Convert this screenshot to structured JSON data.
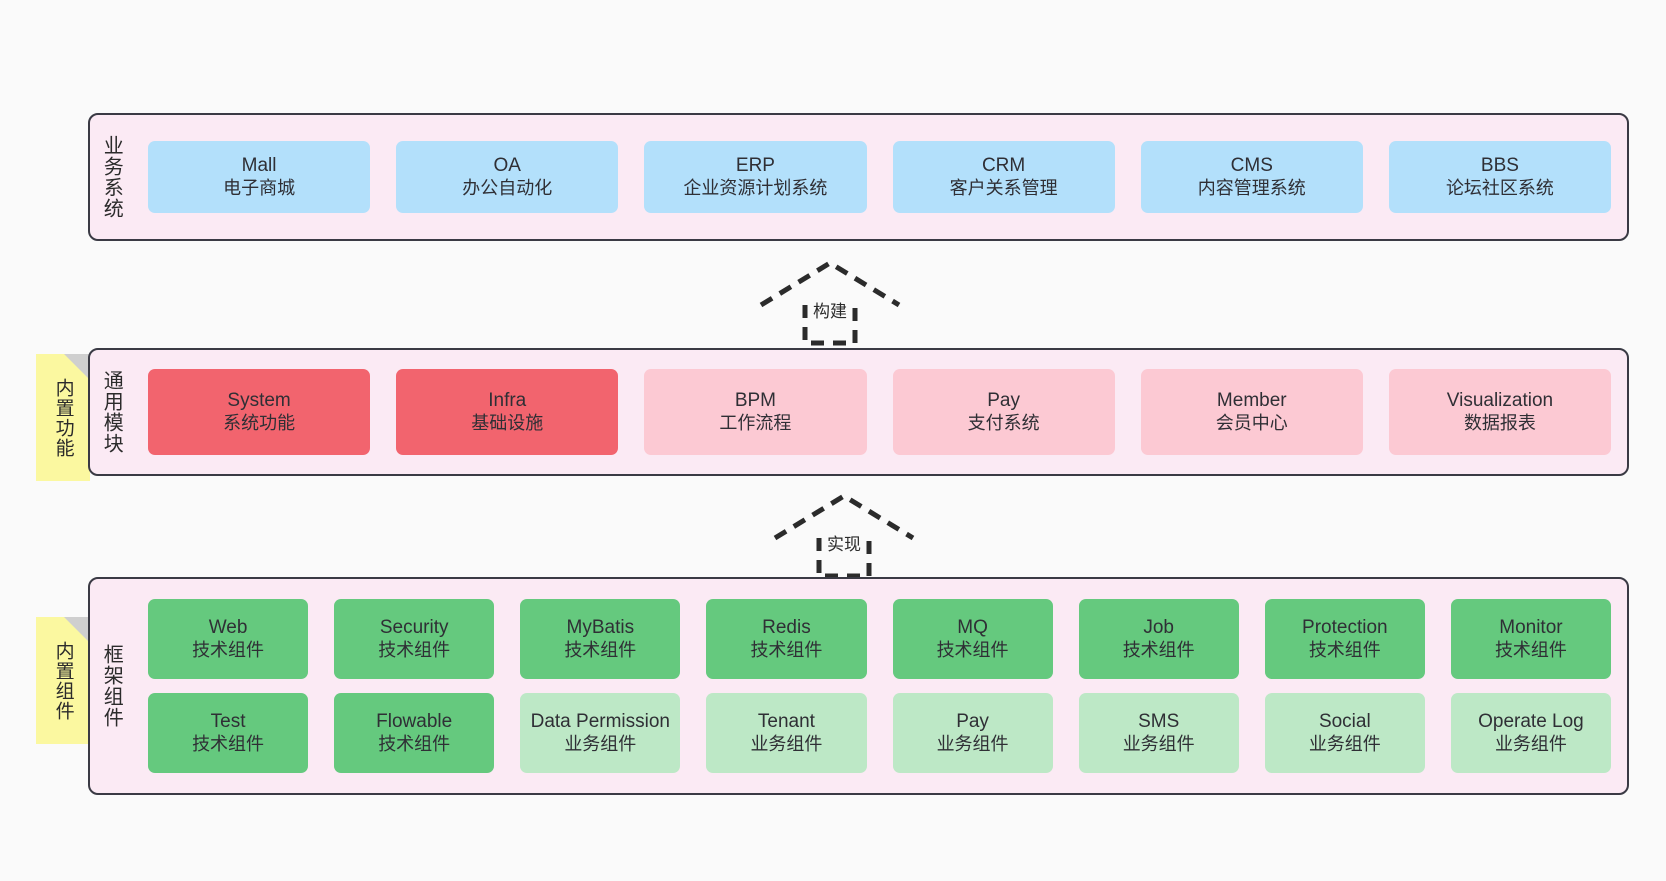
{
  "diagram": {
    "layers": [
      {
        "id": "business",
        "title": "业务系统",
        "rows": [
          {
            "cells": [
              {
                "name": "Mall",
                "desc": "电子商城",
                "color": "#b3e0fb"
              },
              {
                "name": "OA",
                "desc": "办公自动化",
                "color": "#b3e0fb"
              },
              {
                "name": "ERP",
                "desc": "企业资源计划系统",
                "color": "#b3e0fb"
              },
              {
                "name": "CRM",
                "desc": "客户关系管理",
                "color": "#b3e0fb"
              },
              {
                "name": "CMS",
                "desc": "内容管理系统",
                "color": "#b3e0fb"
              },
              {
                "name": "BBS",
                "desc": "论坛社区系统",
                "color": "#b3e0fb"
              }
            ]
          }
        ]
      },
      {
        "id": "modules",
        "title": "通用模块",
        "rows": [
          {
            "cells": [
              {
                "name": "System",
                "desc": "系统功能",
                "color": "#f2646e"
              },
              {
                "name": "Infra",
                "desc": "基础设施",
                "color": "#f2646e"
              },
              {
                "name": "BPM",
                "desc": "工作流程",
                "color": "#fcc9d3"
              },
              {
                "name": "Pay",
                "desc": "支付系统",
                "color": "#fcc9d3"
              },
              {
                "name": "Member",
                "desc": "会员中心",
                "color": "#fcc9d3"
              },
              {
                "name": "Visualization",
                "desc": "数据报表",
                "color": "#fcc9d3"
              }
            ]
          }
        ]
      },
      {
        "id": "framework",
        "title": "框架组件",
        "rows": [
          {
            "cells": [
              {
                "name": "Web",
                "desc": "技术组件",
                "color": "#65c97e"
              },
              {
                "name": "Security",
                "desc": "技术组件",
                "color": "#65c97e"
              },
              {
                "name": "MyBatis",
                "desc": "技术组件",
                "color": "#65c97e"
              },
              {
                "name": "Redis",
                "desc": "技术组件",
                "color": "#65c97e"
              },
              {
                "name": "MQ",
                "desc": "技术组件",
                "color": "#65c97e"
              },
              {
                "name": "Job",
                "desc": "技术组件",
                "color": "#65c97e"
              },
              {
                "name": "Protection",
                "desc": "技术组件",
                "color": "#65c97e"
              },
              {
                "name": "Monitor",
                "desc": "技术组件",
                "color": "#65c97e"
              }
            ]
          },
          {
            "cells": [
              {
                "name": "Test",
                "desc": "技术组件",
                "color": "#65c97e"
              },
              {
                "name": "Flowable",
                "desc": "技术组件",
                "color": "#65c97e"
              },
              {
                "name": "Data Permission",
                "desc": "业务组件",
                "color": "#bde8c6"
              },
              {
                "name": "Tenant",
                "desc": "业务组件",
                "color": "#bde8c6"
              },
              {
                "name": "Pay",
                "desc": "业务组件",
                "color": "#bde8c6"
              },
              {
                "name": "SMS",
                "desc": "业务组件",
                "color": "#bde8c6"
              },
              {
                "name": "Social",
                "desc": "业务组件",
                "color": "#bde8c6"
              },
              {
                "name": "Operate Log",
                "desc": "业务组件",
                "color": "#bde8c6"
              }
            ]
          }
        ]
      }
    ],
    "notes": [
      {
        "id": "functions",
        "label": "内置功能"
      },
      {
        "id": "components",
        "label": "内置组件"
      }
    ],
    "arrows": [
      {
        "id": "build",
        "label": "构建"
      },
      {
        "id": "implement",
        "label": "实现"
      }
    ],
    "colors": {
      "canvas_background": "#fafafa",
      "layer_background": "#fbeaf4",
      "layer_border": "#3a3a44",
      "note_background": "#fbf8a0",
      "note_fold": "#cfcfcf",
      "business_cell": "#b3e0fb",
      "module_core_cell": "#f2646e",
      "module_cell": "#fcc9d3",
      "tech_component_cell": "#65c97e",
      "business_component_cell": "#bde8c6",
      "arrow_stroke": "#2b2b2b"
    }
  }
}
